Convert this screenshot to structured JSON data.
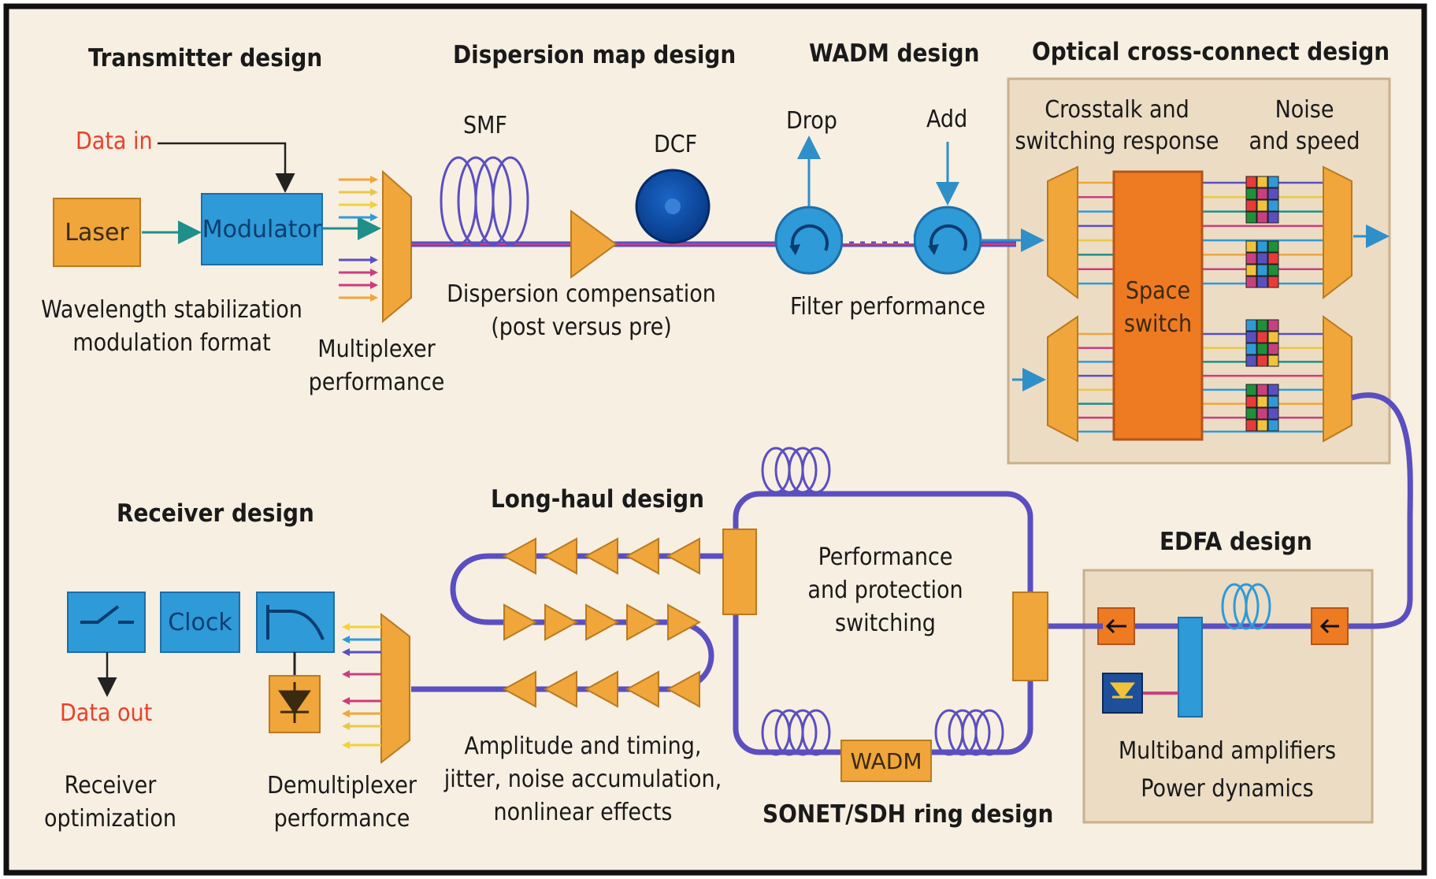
{
  "headings": {
    "transmitter": "Transmitter design",
    "dispersion": "Dispersion map design",
    "wadm": "WADM design",
    "oxc": "Optical cross-connect design",
    "receiver": "Receiver design",
    "longhaul": "Long-haul design",
    "edfa": "EDFA design",
    "sonet": "SONET/SDH ring design"
  },
  "transmitter": {
    "data_in": "Data in",
    "laser": "Laser",
    "modulator": "Modulator",
    "caption_line1": "Wavelength stabilization",
    "caption_line2": "modulation format",
    "mux_line1": "Multiplexer",
    "mux_line2": "performance"
  },
  "dispersion": {
    "smf": "SMF",
    "dcf": "DCF",
    "caption_line1": "Dispersion compensation",
    "caption_line2": "(post versus pre)"
  },
  "wadm": {
    "drop": "Drop",
    "add": "Add",
    "caption": "Filter performance"
  },
  "oxc": {
    "crosstalk_line1": "Crosstalk and",
    "crosstalk_line2": "switching response",
    "noise_line1": "Noise",
    "noise_line2": "and speed",
    "switch_line1": "Space",
    "switch_line2": "switch"
  },
  "receiver": {
    "clock": "Clock",
    "data_out": "Data out",
    "opt_line1": "Receiver",
    "opt_line2": "optimization",
    "demux_line1": "Demultiplexer",
    "demux_line2": "performance"
  },
  "longhaul": {
    "caption_line1": "Amplitude and timing,",
    "caption_line2": "jitter, noise accumulation,",
    "caption_line3": "nonlinear effects"
  },
  "sonet": {
    "prot_line1": "Performance",
    "prot_line2": "and protection",
    "prot_line3": "switching",
    "wadm_box": "WADM"
  },
  "edfa": {
    "caption_line1": "Multiband amplifiers",
    "caption_line2": "Power dynamics"
  },
  "colors": {
    "fiber": "#5a4fc0",
    "orange": "#e8a43a",
    "blue": "#2f9ad8",
    "panel": "#ecdcc4",
    "background": "#f7efe2",
    "label_red": "#e8412a"
  }
}
